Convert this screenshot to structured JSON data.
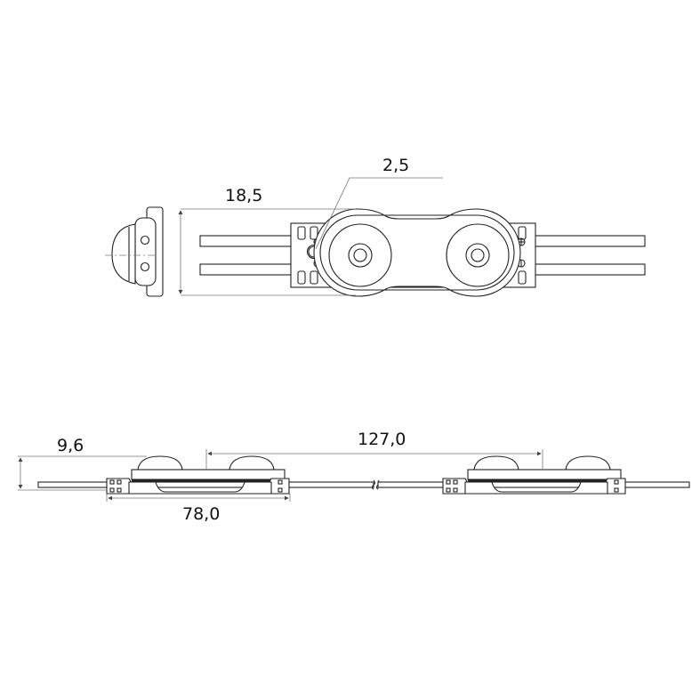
{
  "dimensions": {
    "top_height": "18,5",
    "hole_diameter": "2,5",
    "side_height": "9,6",
    "pitch": "127,0",
    "module_length": "78,0"
  },
  "colors": {
    "line": "#222222",
    "dimension_line": "#777777",
    "background": "#ffffff"
  }
}
